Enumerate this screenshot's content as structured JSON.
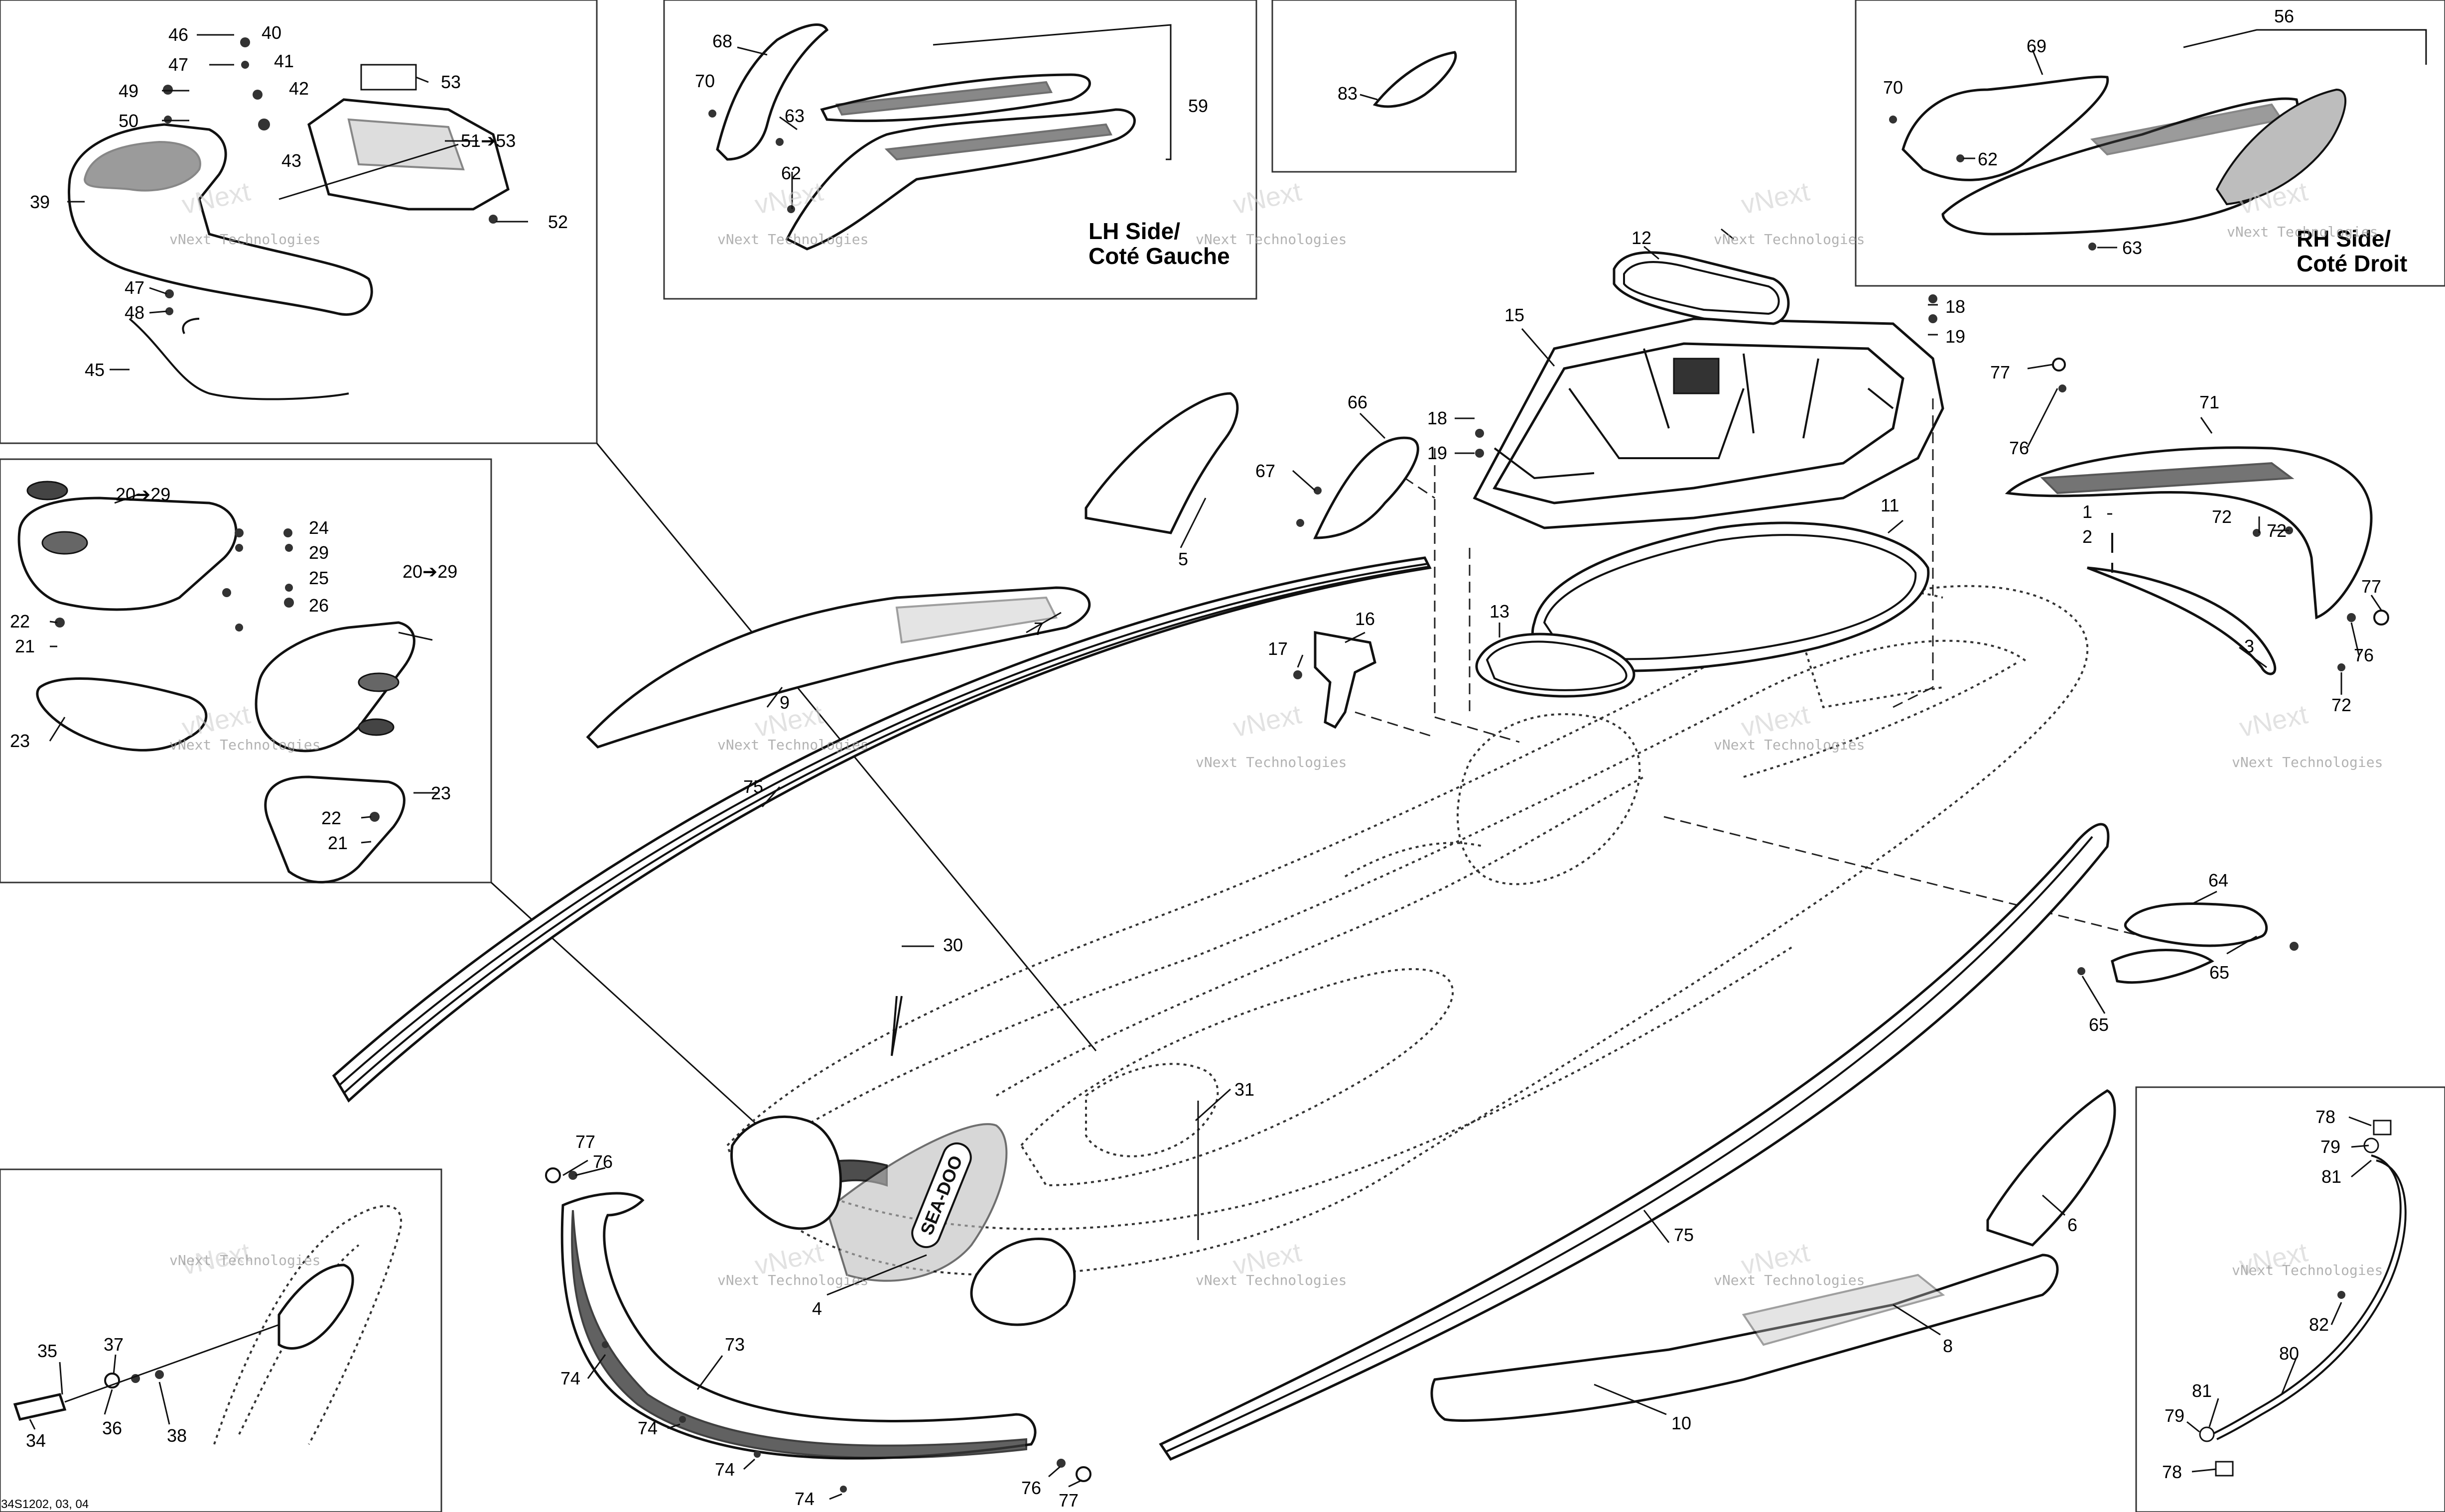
{
  "diagram": {
    "side_labels": {
      "lh": [
        "LH Side/",
        "Coté Gauche"
      ],
      "rh": [
        "RH Side/",
        "Coté Droit"
      ]
    },
    "drawing_code": "34S1202, 03, 04",
    "watermark": {
      "line1": "vNext Technologies",
      "line2": "vNext",
      "line3": "Technologies"
    },
    "callouts": [
      {
        "id": "c46",
        "text": "46"
      },
      {
        "id": "c40",
        "text": "40"
      },
      {
        "id": "c47a",
        "text": "47"
      },
      {
        "id": "c41",
        "text": "41"
      },
      {
        "id": "c49",
        "text": "49"
      },
      {
        "id": "c42",
        "text": "42"
      },
      {
        "id": "c53a",
        "text": "53"
      },
      {
        "id": "c50",
        "text": "50"
      },
      {
        "id": "c51",
        "text": "51➔53"
      },
      {
        "id": "c43",
        "text": "43"
      },
      {
        "id": "c39",
        "text": "39"
      },
      {
        "id": "c52",
        "text": "52"
      },
      {
        "id": "c47b",
        "text": "47"
      },
      {
        "id": "c48",
        "text": "48"
      },
      {
        "id": "c45",
        "text": "45"
      },
      {
        "id": "c68",
        "text": "68"
      },
      {
        "id": "c70a",
        "text": "70"
      },
      {
        "id": "c63a",
        "text": "63"
      },
      {
        "id": "c59",
        "text": "59"
      },
      {
        "id": "c62a",
        "text": "62"
      },
      {
        "id": "c83",
        "text": "83"
      },
      {
        "id": "c56",
        "text": "56"
      },
      {
        "id": "c69",
        "text": "69"
      },
      {
        "id": "c70b",
        "text": "70"
      },
      {
        "id": "c62b",
        "text": "62"
      },
      {
        "id": "c63b",
        "text": "63"
      },
      {
        "id": "c12",
        "text": "12"
      },
      {
        "id": "c18a",
        "text": "18"
      },
      {
        "id": "c19a",
        "text": "19"
      },
      {
        "id": "c15",
        "text": "15"
      },
      {
        "id": "c18b",
        "text": "18"
      },
      {
        "id": "c19b",
        "text": "19"
      },
      {
        "id": "c66",
        "text": "66"
      },
      {
        "id": "c67",
        "text": "67"
      },
      {
        "id": "c5",
        "text": "5"
      },
      {
        "id": "c7",
        "text": "7"
      },
      {
        "id": "c9",
        "text": "9"
      },
      {
        "id": "c11",
        "text": "11"
      },
      {
        "id": "c13",
        "text": "13"
      },
      {
        "id": "c16",
        "text": "16"
      },
      {
        "id": "c17",
        "text": "17"
      },
      {
        "id": "c77a",
        "text": "77"
      },
      {
        "id": "c71",
        "text": "71"
      },
      {
        "id": "c76a",
        "text": "76"
      },
      {
        "id": "c1",
        "text": "1"
      },
      {
        "id": "c72a",
        "text": "72"
      },
      {
        "id": "c2",
        "text": "2"
      },
      {
        "id": "c72b",
        "text": "72"
      },
      {
        "id": "c77b",
        "text": "77"
      },
      {
        "id": "c3",
        "text": "3"
      },
      {
        "id": "c76b",
        "text": "76"
      },
      {
        "id": "c72c",
        "text": "72"
      },
      {
        "id": "c2029a",
        "text": "20➔29"
      },
      {
        "id": "c24",
        "text": "24"
      },
      {
        "id": "c29",
        "text": "29"
      },
      {
        "id": "c25",
        "text": "25"
      },
      {
        "id": "c26",
        "text": "26"
      },
      {
        "id": "c2029b",
        "text": "20➔29"
      },
      {
        "id": "c22a",
        "text": "22"
      },
      {
        "id": "c21a",
        "text": "21"
      },
      {
        "id": "c23a",
        "text": "23"
      },
      {
        "id": "c23b",
        "text": "23"
      },
      {
        "id": "c22b",
        "text": "22"
      },
      {
        "id": "c21b",
        "text": "21"
      },
      {
        "id": "c75a",
        "text": "75"
      },
      {
        "id": "c30",
        "text": "30"
      },
      {
        "id": "c64",
        "text": "64"
      },
      {
        "id": "c65a",
        "text": "65"
      },
      {
        "id": "c65b",
        "text": "65"
      },
      {
        "id": "c31",
        "text": "31"
      },
      {
        "id": "c78a",
        "text": "78"
      },
      {
        "id": "c79a",
        "text": "79"
      },
      {
        "id": "c81a",
        "text": "81"
      },
      {
        "id": "c77c",
        "text": "77"
      },
      {
        "id": "c76c",
        "text": "76"
      },
      {
        "id": "c4",
        "text": "4"
      },
      {
        "id": "c75b",
        "text": "75"
      },
      {
        "id": "c6",
        "text": "6"
      },
      {
        "id": "c8",
        "text": "8"
      },
      {
        "id": "c10",
        "text": "10"
      },
      {
        "id": "c35",
        "text": "35"
      },
      {
        "id": "c37",
        "text": "37"
      },
      {
        "id": "c34",
        "text": "34"
      },
      {
        "id": "c36",
        "text": "36"
      },
      {
        "id": "c38",
        "text": "38"
      },
      {
        "id": "c73",
        "text": "73"
      },
      {
        "id": "c74a",
        "text": "74"
      },
      {
        "id": "c74b",
        "text": "74"
      },
      {
        "id": "c74c",
        "text": "74"
      },
      {
        "id": "c74d",
        "text": "74"
      },
      {
        "id": "c76d",
        "text": "76"
      },
      {
        "id": "c77d",
        "text": "77"
      },
      {
        "id": "c82",
        "text": "82"
      },
      {
        "id": "c80",
        "text": "80"
      },
      {
        "id": "c81b",
        "text": "81"
      },
      {
        "id": "c79b",
        "text": "79"
      },
      {
        "id": "c78b",
        "text": "78"
      }
    ]
  }
}
